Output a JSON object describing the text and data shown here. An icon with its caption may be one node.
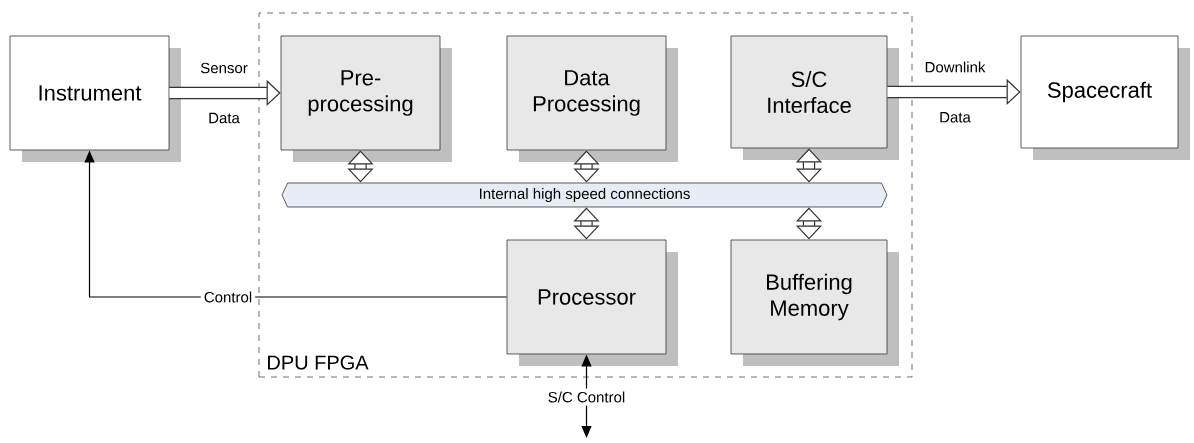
{
  "diagram": {
    "nodes": [
      {
        "text": [
          "DPU FPGA"
        ]
      },
      {
        "text": [
          "Instrument"
        ]
      },
      {
        "text": [
          "Pre-processing"
        ],
        "in": 0
      },
      {
        "text": [
          "Data Processing"
        ],
        "in": 0
      },
      {
        "text": [
          "S/C Interface"
        ],
        "in": 0
      },
      {
        "text": [
          "Spacecraft"
        ]
      },
      {
        "text": [
          "Internal high speed connections"
        ],
        "in": 0
      },
      {
        "text": [
          "Processor"
        ],
        "in": 0
      },
      {
        "text": [
          "Buffering Memory"
        ],
        "in": 0
      }
    ],
    "edges": [
      {
        "from": 1,
        "to": 2,
        "arrow": "to",
        "label": "Sensor Data"
      },
      {
        "from": 4,
        "to": 5,
        "arrow": "to",
        "label": "Downlink Data"
      },
      {
        "from": 2,
        "to": 6,
        "arrow": "both"
      },
      {
        "from": 3,
        "to": 6,
        "arrow": "both"
      },
      {
        "from": 4,
        "to": 6,
        "arrow": "both"
      },
      {
        "from": 6,
        "to": 7,
        "arrow": "both"
      },
      {
        "from": 6,
        "to": 8,
        "arrow": "both"
      },
      {
        "from": 7,
        "to": 1,
        "arrow": "to",
        "label": "Control"
      },
      {
        "from": 7,
        "to": null,
        "arrow": "both",
        "label": "S/C Control"
      }
    ]
  }
}
